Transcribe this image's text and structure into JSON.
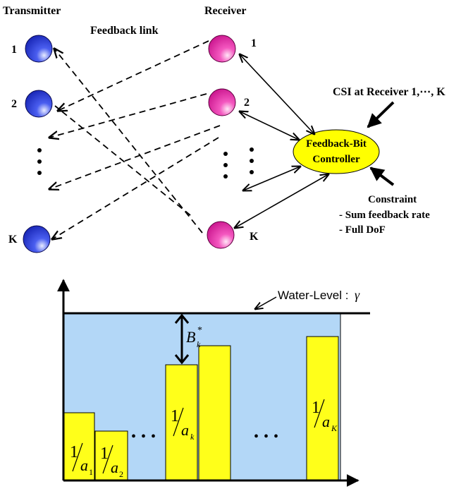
{
  "top": {
    "transmitter_label": "Transmitter",
    "receiver_label": "Receiver",
    "feedback_link_label": "Feedback link",
    "tx_labels": [
      "1",
      "2",
      "K"
    ],
    "rx_labels": [
      "1",
      "2",
      "K"
    ],
    "controller_line1": "Feedback-Bit",
    "controller_line2": "Controller",
    "csi_label": "CSI at Receiver 1,⋯, K",
    "constraint_title": "Constraint",
    "constraint_items": [
      "- Sum feedback rate",
      "- Full DoF"
    ]
  },
  "bottom": {
    "water_level_label": "Water-Level :",
    "water_level_symbol": "γ",
    "gap_symbol": "B",
    "gap_sub": "k",
    "gap_sup": "*",
    "bars": [
      {
        "num": "1",
        "den": "a",
        "sub": "1"
      },
      {
        "num": "1",
        "den": "a",
        "sub": "2"
      },
      {
        "num": "1",
        "den": "a",
        "sub": "k"
      },
      {
        "num": "1",
        "den": "a",
        "sub": "K"
      }
    ],
    "ellipsis": "• • •"
  },
  "colors": {
    "tx_node": "#2b3fd8",
    "rx_node": "#f03ab0",
    "controller_fill": "#ffff00",
    "water": "#b3d7f7",
    "bar_fill": "#ffff1a"
  }
}
